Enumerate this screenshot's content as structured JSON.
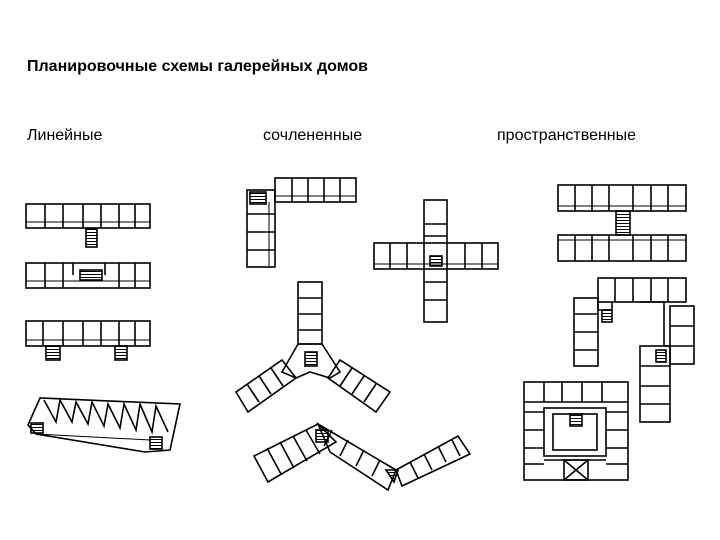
{
  "title": "Планировочные схемы галерейных домов",
  "columns": [
    {
      "label": "Линейные"
    },
    {
      "label": "сочлененные"
    },
    {
      "label": "пространственные"
    }
  ]
}
